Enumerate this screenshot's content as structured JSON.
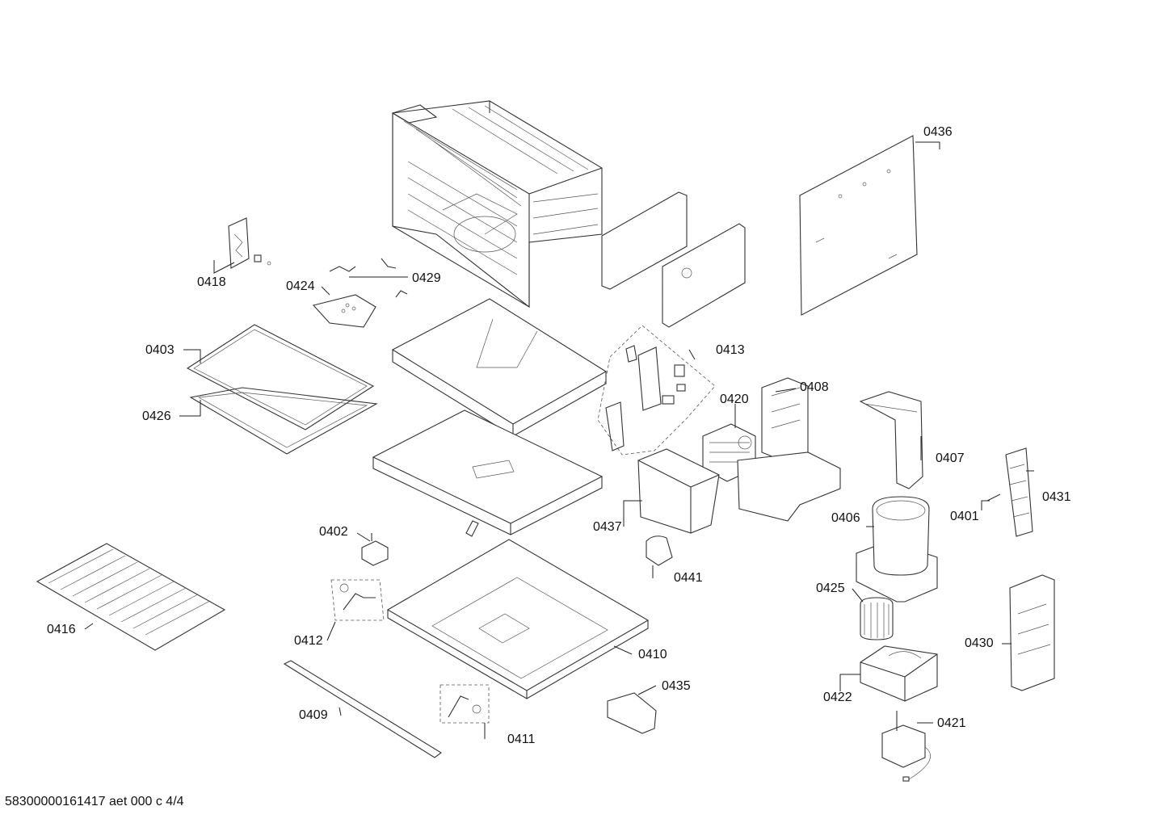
{
  "part_labels": {
    "p0436": "0436",
    "p0418": "0418",
    "p0424": "0424",
    "p0429": "0429",
    "p0403": "0403",
    "p0426": "0426",
    "p0413": "0413",
    "p0408": "0408",
    "p0420": "0420",
    "p0407": "0407",
    "p0431": "0431",
    "p0401": "0401",
    "p0406": "0406",
    "p0437": "0437",
    "p0402": "0402",
    "p0441": "0441",
    "p0425": "0425",
    "p0416": "0416",
    "p0412": "0412",
    "p0410": "0410",
    "p0430": "0430",
    "p0435": "0435",
    "p0422": "0422",
    "p0409": "0409",
    "p0411": "0411",
    "p0421": "0421"
  },
  "footer": "58300000161417 aet 000 c 4/4",
  "colors": {
    "line": "#333333",
    "background": "#ffffff"
  }
}
